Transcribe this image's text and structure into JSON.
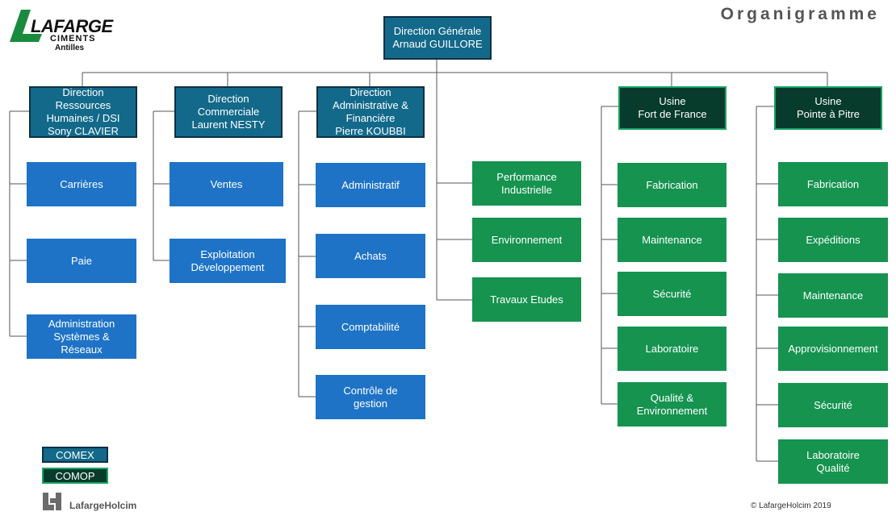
{
  "header": {
    "brand": "LAFARGE",
    "brand_sub1": "CIMENTS",
    "brand_sub2": "Antilles",
    "title": "Organigramme"
  },
  "org": {
    "dg": "Direction Générale\nArnaud GUILLORE",
    "drh": "Direction\nRessources\nHumaines /  DSI\nSony CLAVIER",
    "dcom": "Direction\nCommerciale\nLaurent NESTY",
    "daf": "Direction\nAdministrative &\nFinancière\nPierre KOUBBI",
    "usine_fdf": "Usine\nFort de France",
    "usine_pap": "Usine\nPointe à Pitre",
    "drh_units": [
      "Carrières",
      "Paie",
      "Administration\nSystèmes &\nRéseaux"
    ],
    "dcom_units": [
      "Ventes",
      "Exploitation\nDéveloppement"
    ],
    "daf_units": [
      "Administratif",
      "Achats",
      "Comptabilité",
      "Contrôle de\ngestion"
    ],
    "dg_units": [
      "Performance\nIndustrielle",
      "Environnement",
      "Travaux Etudes"
    ],
    "fdf_units": [
      "Fabrication",
      "Maintenance",
      "Sécurité",
      "Laboratoire",
      "Qualité &\nEnvironnement"
    ],
    "pap_units": [
      "Fabrication",
      "Expéditions",
      "Maintenance",
      "Approvisionnement",
      "Sécurité",
      "Laboratoire\nQualité"
    ]
  },
  "legend": {
    "comex": "COMEX",
    "comop": "COMOP"
  },
  "footer": {
    "lh_brand": "LafargeHolcim",
    "copyright": "© LafargeHolcim 2019"
  },
  "colors": {
    "exec": "#13698a",
    "dept": "#1e73c6",
    "unit": "#15934f",
    "usine": "#073b2b",
    "line": "#555555"
  }
}
